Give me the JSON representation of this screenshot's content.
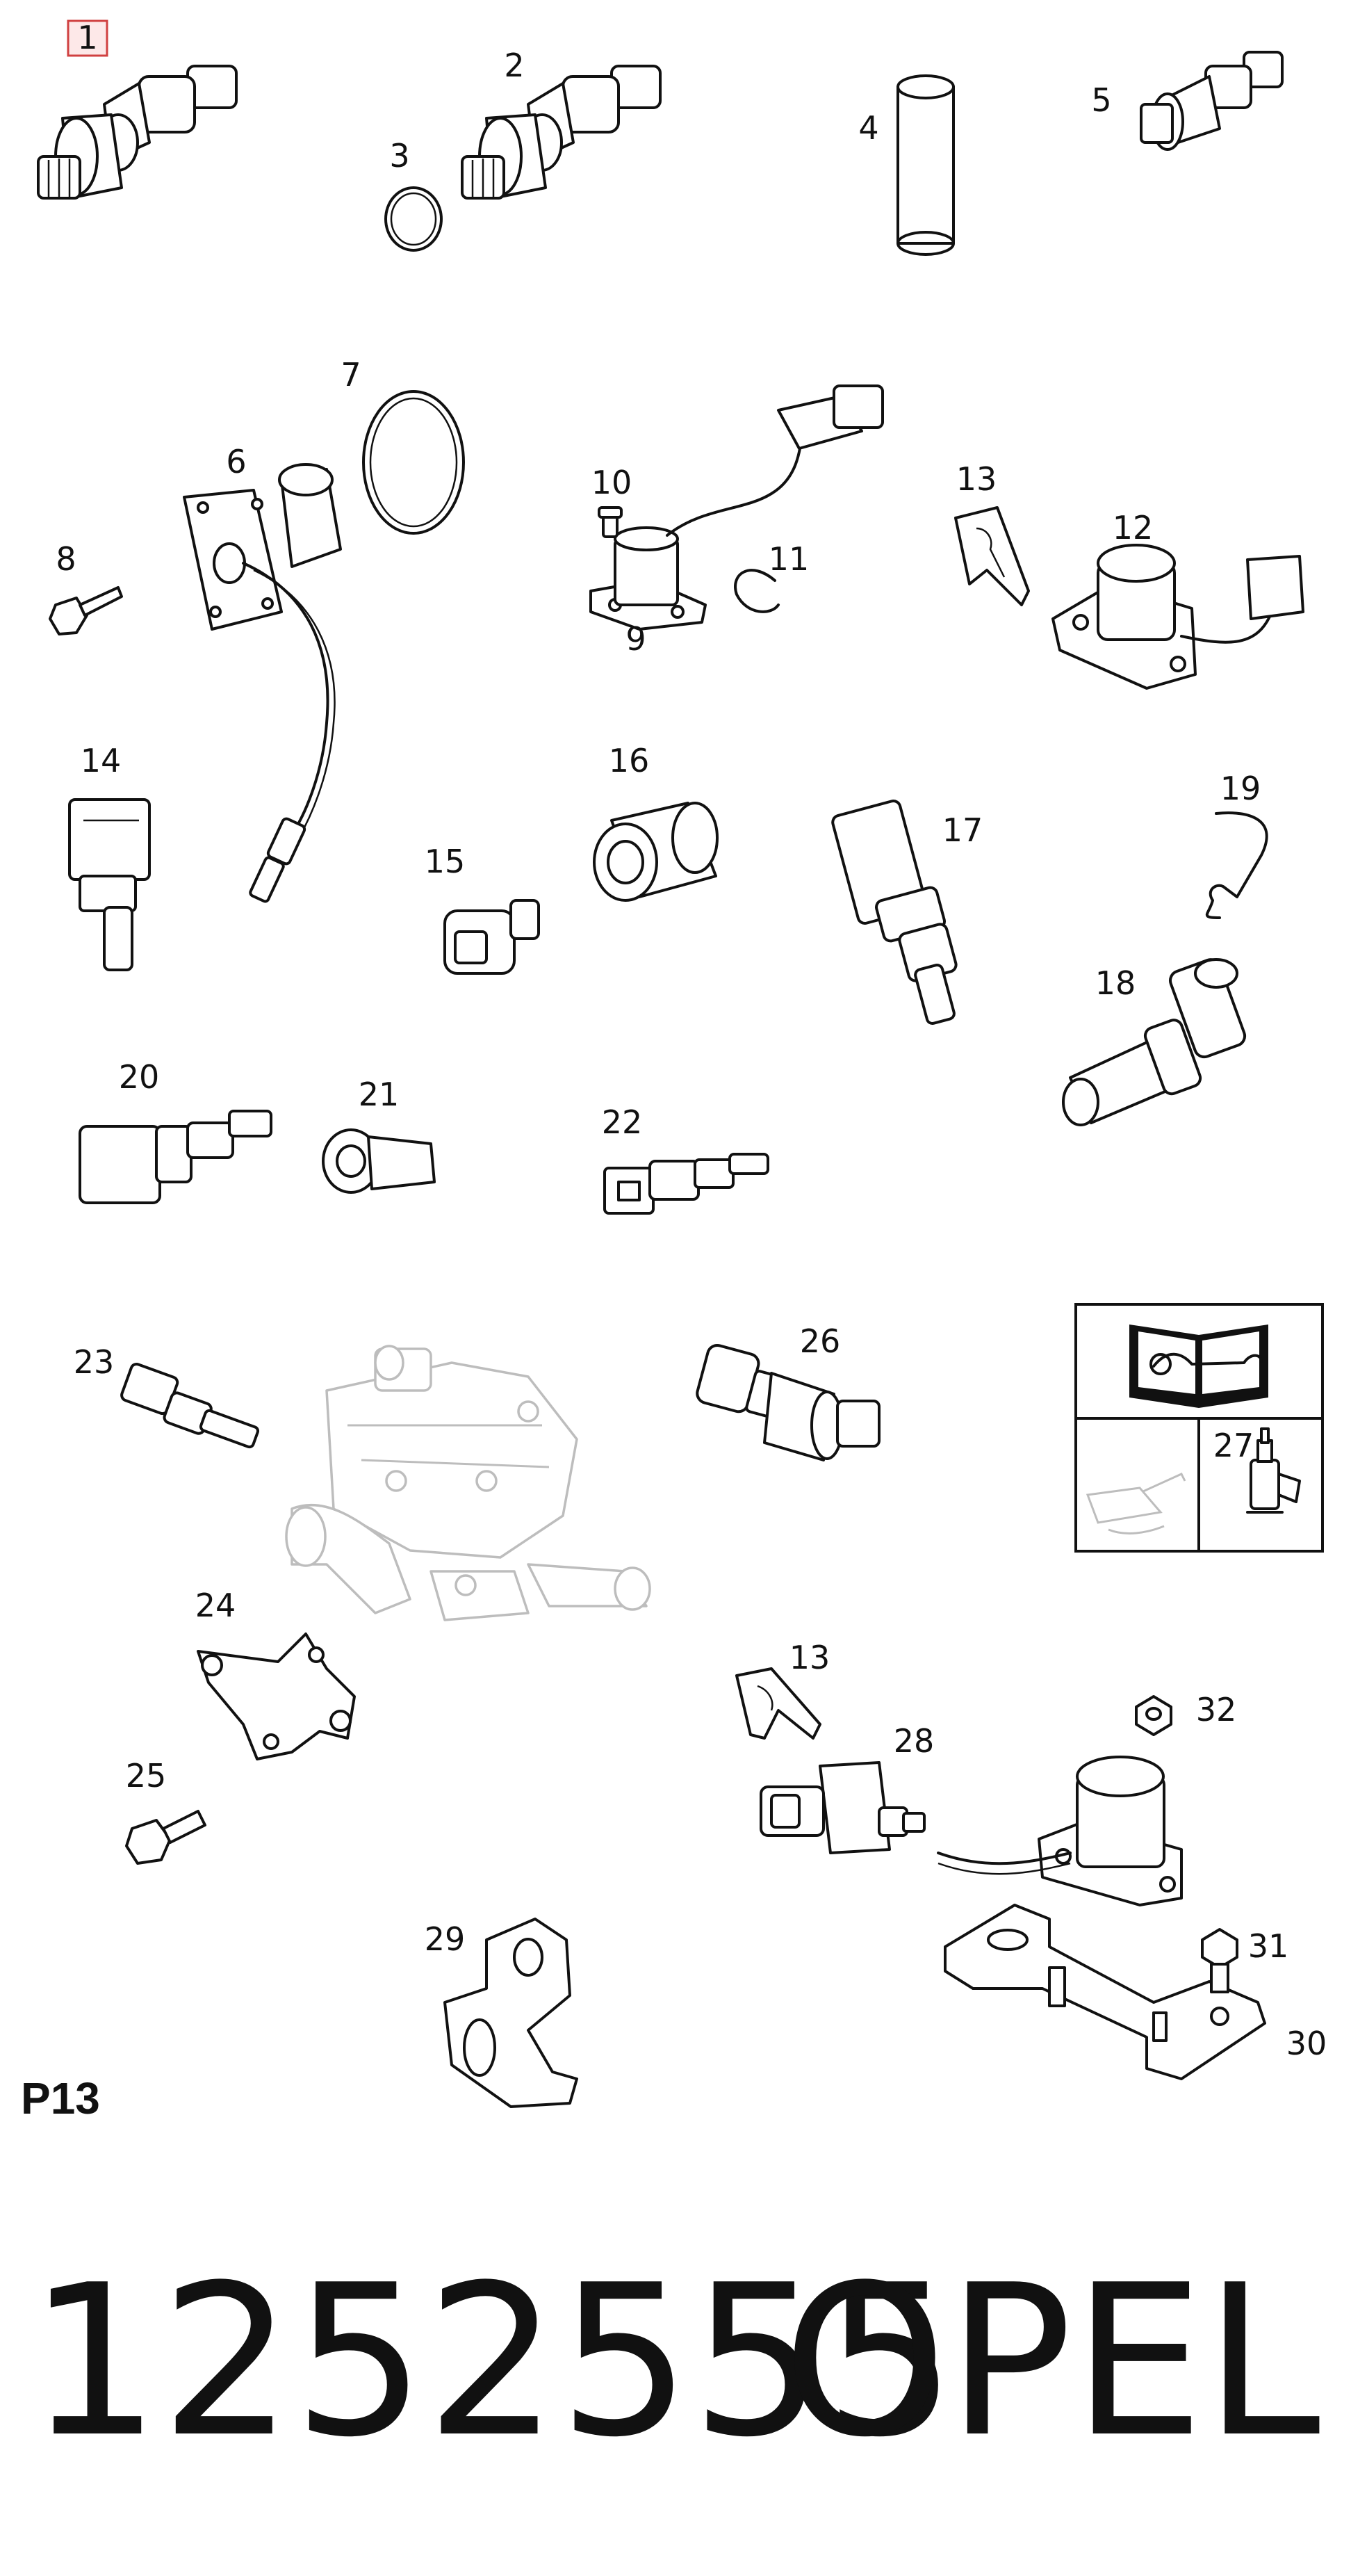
{
  "section_label": "P13",
  "part_number": "1252555",
  "brand": "OPEL",
  "highlighted_callout": "1",
  "callouts": [
    "1",
    "2",
    "3",
    "4",
    "5",
    "6",
    "7",
    "8",
    "9",
    "10",
    "11",
    "12",
    "13",
    "14",
    "15",
    "16",
    "17",
    "18",
    "19",
    "20",
    "21",
    "22",
    "23",
    "24",
    "25",
    "26",
    "27",
    "28",
    "13",
    "29",
    "30",
    "31",
    "32"
  ],
  "colors": {
    "line": "#111111",
    "ghost_part": "#bdbdbd",
    "highlight_border": "#d04040",
    "highlight_fill": "#fde8e8"
  },
  "icons": [
    "service-manual-icon",
    "oil-can-icon",
    "sealant-bottle-icon"
  ]
}
